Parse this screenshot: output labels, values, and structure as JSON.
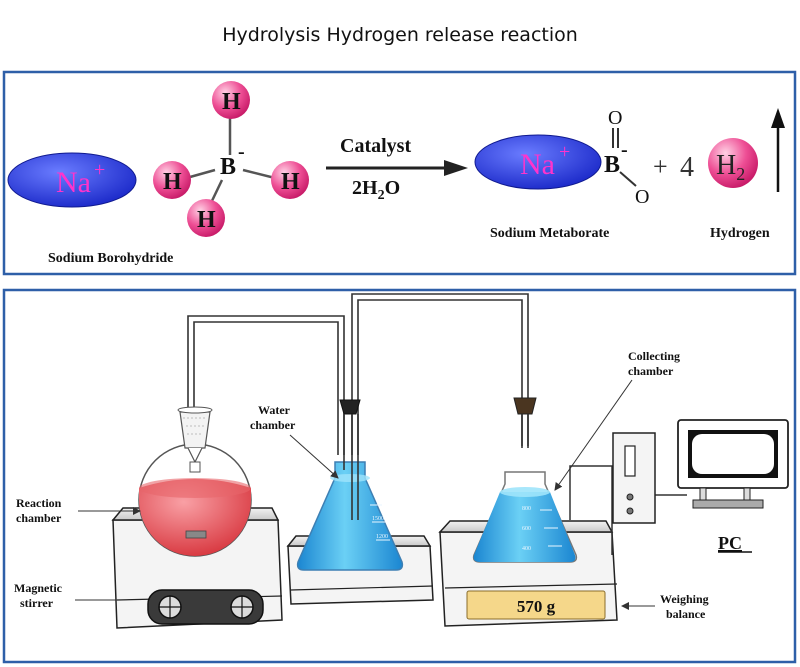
{
  "title": "Hydrolysis Hydrogen release reaction",
  "reaction": {
    "na_symbol": "Na",
    "na_charge": "+",
    "h": "H",
    "b": "B",
    "b_charge": "-",
    "o": "O",
    "catalyst": "Catalyst",
    "water_pre": "2H",
    "water_sub": "2",
    "water_post": "O",
    "plus": "+",
    "coefficient": "4",
    "h2_main": "H",
    "h2_sub": "2",
    "label_reactant": "Sodium Borohydride",
    "label_product1": "Sodium Metaborate",
    "label_product2": "Hydrogen"
  },
  "apparatus": {
    "reaction_chamber": [
      "Reaction",
      "chamber"
    ],
    "magnetic_stirrer": [
      "Magnetic",
      "stirrer"
    ],
    "water_chamber": [
      "Water",
      "chamber"
    ],
    "collecting_chamber": [
      "Collecting",
      "chamber"
    ],
    "weighing_balance": [
      "Weighing",
      "balance"
    ],
    "balance_reading": "570 g",
    "pc": "PC"
  },
  "colors": {
    "frame": "#2e5fa8",
    "na_blue": "#2233dd",
    "na_text": "#ff33cc",
    "hydrogen_pink": "#e8337a",
    "reaction_liquid": "#e04b52",
    "water_blue": "#2aa7e0",
    "display_yellow": "#f5d78a"
  }
}
